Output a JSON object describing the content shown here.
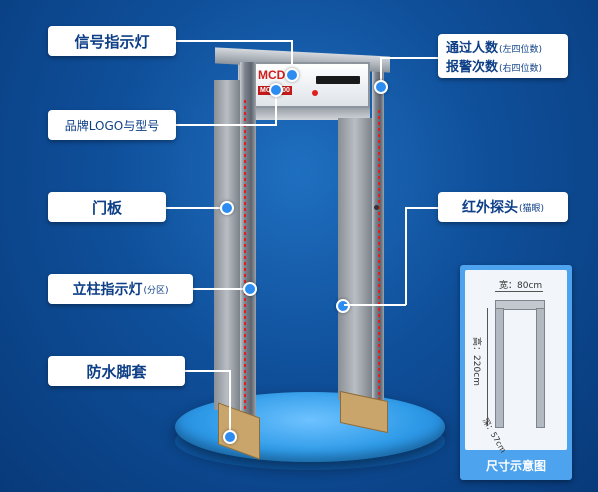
{
  "labels": {
    "signal_light": "信号指示灯",
    "brand_logo": "品牌LOGO与型号",
    "door_panel": "门板",
    "pillar_light": "立柱指示灯",
    "pillar_light_note": "(分区)",
    "waterproof": "防水脚套",
    "count_people": "通过人数",
    "count_people_note": "(左四位数)",
    "count_alarm": "报警次数",
    "count_alarm_note": "(右四位数)",
    "infrared": "红外探头",
    "infrared_note": "(猫眼)"
  },
  "device": {
    "brand": "MCD",
    "model": "MCD-200"
  },
  "size_diagram": {
    "width": "宽：80cm",
    "height": "高：220cm",
    "depth": "深：57cm",
    "title": "尺寸示意图"
  },
  "colors": {
    "background": "#0f4f9a",
    "label_text": "#0d3f86",
    "accent": "#2d8cf0",
    "size_box": "#4da3ee"
  }
}
